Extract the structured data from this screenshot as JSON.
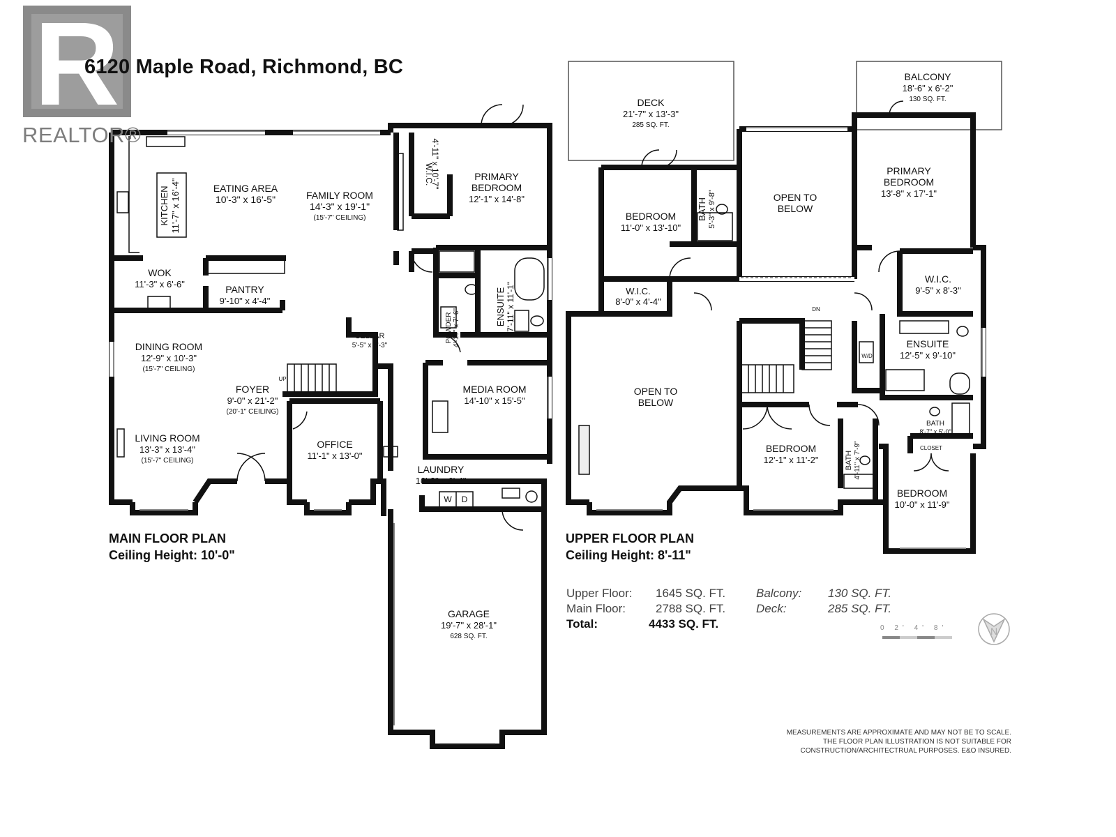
{
  "header": {
    "address": "6120 Maple Road, Richmond, BC",
    "logo_text": "REALTOR®",
    "logo_letter": "R"
  },
  "main_floor": {
    "label": "MAIN FLOOR PLAN",
    "ceiling": "Ceiling Height: 10'-0\"",
    "rooms": {
      "eating_area": {
        "name": "EATING AREA",
        "dims": "10'-3\" x 16'-5\""
      },
      "family_room": {
        "name": "FAMILY ROOM",
        "dims": "14'-3\" x 19'-1\"",
        "note": "(15'-7\" CEILING)"
      },
      "kitchen": {
        "name": "KITCHEN",
        "dims": "11'-7\" x 16'-4\""
      },
      "wok": {
        "name": "WOK",
        "dims": "11'-3\" x 6'-6\""
      },
      "pantry": {
        "name": "PANTRY",
        "dims": "9'-10\" x 4'-4\""
      },
      "wic": {
        "name": "W.I.C.",
        "dims": "4'-11\" x 10'-7\""
      },
      "primary_bedroom": {
        "name1": "PRIMARY",
        "name2": "BEDROOM",
        "dims": "12'-1\" x 14'-8\""
      },
      "powder": {
        "name": "POWDER",
        "dims": "4'-10\" x 7'-6\""
      },
      "ensuite": {
        "name": "ENSUITE",
        "dims": "7'-11\" x 11'-1\""
      },
      "cellar": {
        "name": "CELLAR",
        "dims": "5'-5\" x 6'-3\""
      },
      "dining_room": {
        "name": "DINING ROOM",
        "dims": "12'-9\" x 10'-3\"",
        "note": "(15'-7\" CEILING)"
      },
      "foyer": {
        "name": "FOYER",
        "dims": "9'-0\" x 21'-2\"",
        "note": "(20'-1\" CEILING)"
      },
      "living_room": {
        "name": "LIVING ROOM",
        "dims": "13'-3\" x 13'-4\"",
        "note": "(15'-7\" CEILING)"
      },
      "office": {
        "name": "OFFICE",
        "dims": "11'-1\" x 13'-0\""
      },
      "media_room": {
        "name": "MEDIA ROOM",
        "dims": "14'-10\" x 15'-5\""
      },
      "laundry": {
        "name": "LAUNDRY",
        "dims": "16'-3\" x 6'-4\""
      },
      "garage": {
        "name": "GARAGE",
        "dims": "19'-7\" x 28'-1\"",
        "area": "628 SQ. FT."
      }
    },
    "markers": {
      "up": "UP",
      "washer": "W",
      "dryer": "D"
    }
  },
  "upper_floor": {
    "label": "UPPER FLOOR PLAN",
    "ceiling": "Ceiling Height: 8'-11\"",
    "rooms": {
      "deck": {
        "name": "DECK",
        "dims": "21'-7\" x 13'-3\"",
        "area": "285 SQ. FT."
      },
      "balcony": {
        "name": "BALCONY",
        "dims": "18'-6\" x 6'-2\"",
        "area": "130 SQ. FT."
      },
      "bedroom_a": {
        "name": "BEDROOM",
        "dims": "11'-0\" x 13'-10\""
      },
      "bath_a": {
        "name": "BATH",
        "dims": "5'-3\" x 9'-8\""
      },
      "open_to_below_a": {
        "line1": "OPEN TO",
        "line2": "BELOW"
      },
      "primary_bedroom": {
        "name1": "PRIMARY",
        "name2": "BEDROOM",
        "dims": "13'-8\" x 17'-1\""
      },
      "wic_a": {
        "name": "W.I.C.",
        "dims": "8'-0\" x 4'-4\""
      },
      "wic_b": {
        "name": "W.I.C.",
        "dims": "9'-5\" x 8'-3\""
      },
      "ensuite": {
        "name": "ENSUITE",
        "dims": "12'-5\" x 9'-10\""
      },
      "open_to_below_b": {
        "line1": "OPEN TO",
        "line2": "BELOW"
      },
      "bedroom_b": {
        "name": "BEDROOM",
        "dims": "12'-1\" x 11'-2\""
      },
      "bath_b": {
        "name": "BATH",
        "dims": "4'-11\" x 7'-9\""
      },
      "bath_c": {
        "name": "BATH",
        "dims": "8'-7\" x 5'-0\""
      },
      "bedroom_c": {
        "name": "BEDROOM",
        "dims": "10'-0\" x 11'-9\""
      },
      "closet_a": {
        "name": "CLOSET"
      },
      "closet_b": {
        "name": "CLOSET"
      }
    },
    "markers": {
      "dn": "DN",
      "wd": "W/D"
    }
  },
  "summary": {
    "upper_label": "Upper Floor:",
    "upper_value": "1645 SQ. FT.",
    "main_label": "Main Floor:",
    "main_value": "2788 SQ. FT.",
    "total_label": "Total:",
    "total_value": "4433 SQ. FT.",
    "balcony_label": "Balcony:",
    "balcony_value": "130 SQ. FT.",
    "deck_label": "Deck:",
    "deck_value": "285 SQ. FT."
  },
  "scale_text": "0 2' 4' 8'",
  "north_label": "N",
  "disclaimer": {
    "line1": "MEASUREMENTS ARE APPROXIMATE AND MAY NOT BE TO SCALE.",
    "line2": "THE FLOOR PLAN ILLUSTRATION IS NOT SUITABLE FOR",
    "line3": "CONSTRUCTION/ARCHITECTRUAL PURPOSES. E&O INSURED."
  }
}
